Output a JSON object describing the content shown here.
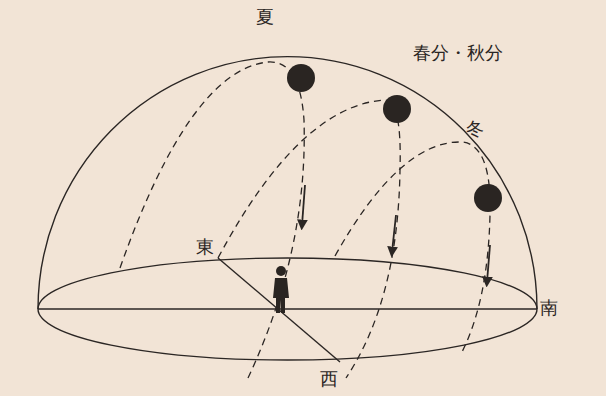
{
  "diagram": {
    "labels": [
      "夏",
      "春分・秋分",
      "冬",
      "東",
      "西",
      "南"
    ]
  }
}
